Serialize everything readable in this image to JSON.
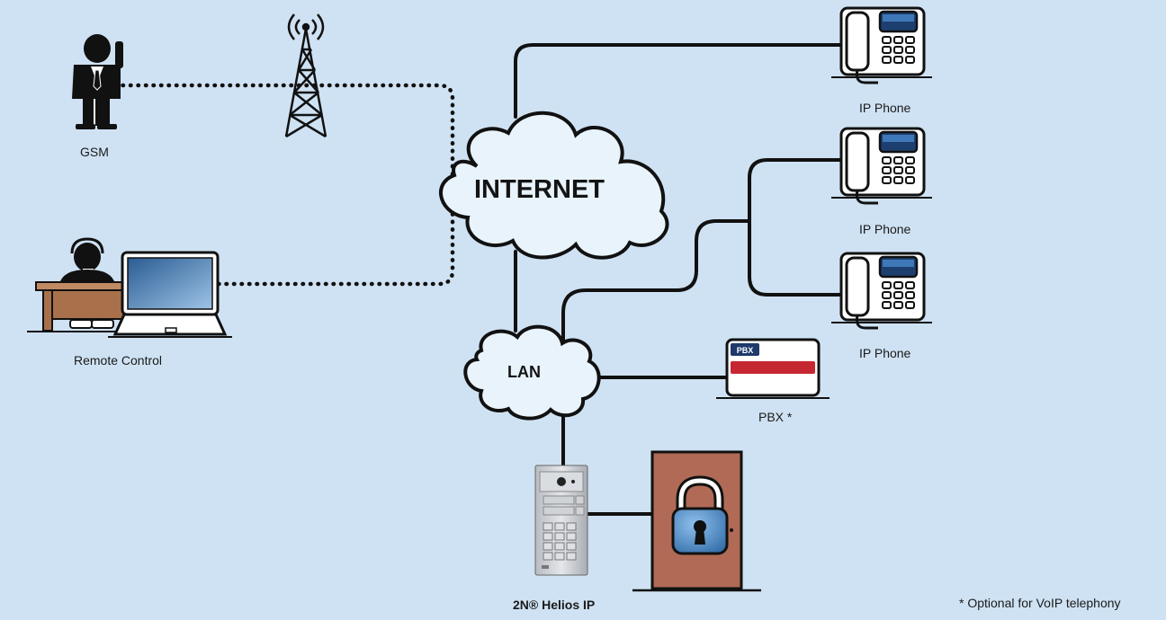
{
  "labels": {
    "gsm": "GSM",
    "remote_control": "Remote Control",
    "internet": "INTERNET",
    "lan": "LAN",
    "ip_phone_1": "IP Phone",
    "ip_phone_2": "IP Phone",
    "ip_phone_3": "IP Phone",
    "pbx": "PBX *",
    "pbx_badge": "PBX",
    "device": "2N® Helios IP",
    "footnote": "* Optional for VoIP telephony"
  },
  "colors": {
    "background": "#cfe2f3",
    "line": "#111111",
    "cloud": "#e8f3fb",
    "door": "#b06a55",
    "lock_blue": "#3c78b4",
    "pbx_red": "#c62832",
    "pbx_blue": "#1d3a6b"
  }
}
